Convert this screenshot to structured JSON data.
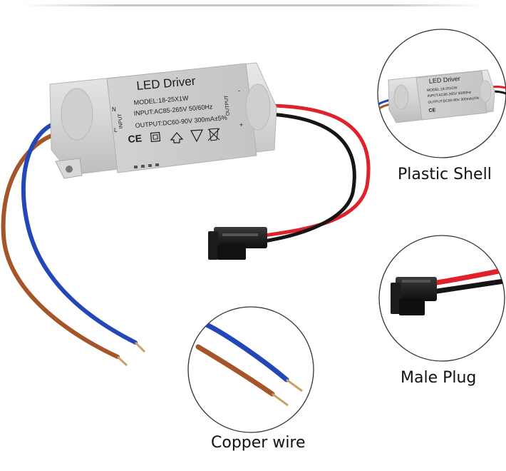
{
  "product": {
    "title": "LED Driver",
    "model": "MODEL:18-25X1W",
    "input": "INPUT:AC85-265V 50/60Hz",
    "output": "OUTPUT:DC60-90V 300mA±5%",
    "side_input": "INPUT",
    "side_output": "OUTPUT",
    "pin_n": "N",
    "pin_l": "L",
    "pin_minus": "-",
    "pin_plus": "+",
    "mark_ce": "CE"
  },
  "captions": {
    "shell": "Plastic Shell",
    "plug": "Male Plug",
    "wire": "Copper wire"
  },
  "colors": {
    "shell": "#d9d9d9",
    "wire_blue": "#2447b8",
    "wire_brown": "#a4552a",
    "wire_red": "#e0202a",
    "wire_black": "#151515",
    "plug": "#1c1c1c"
  }
}
